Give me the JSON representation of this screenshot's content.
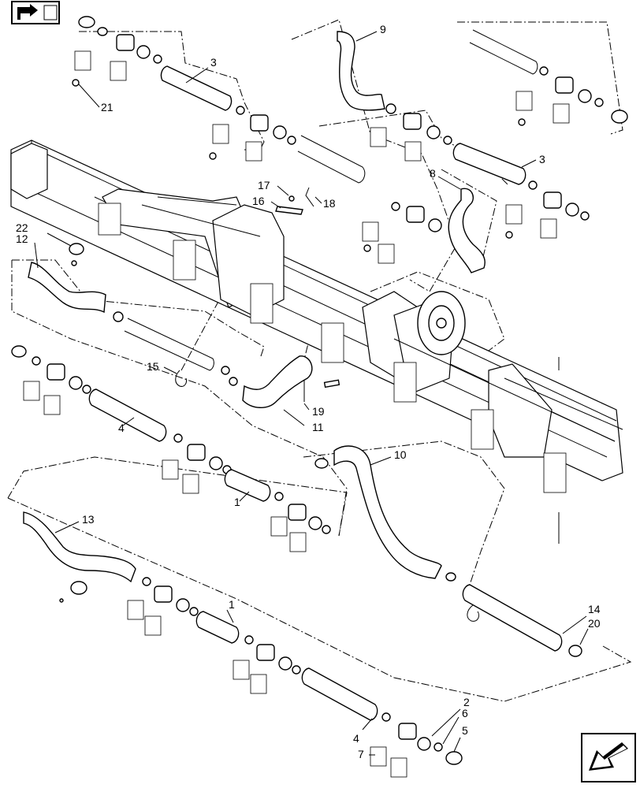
{
  "navigation": {
    "previous_icon": "arrow-right-icon",
    "next_icon": "arrow-back-icon"
  },
  "callouts": [
    {
      "id": "c3a",
      "label": "3"
    },
    {
      "id": "c21",
      "label": "21"
    },
    {
      "id": "c9",
      "label": "9"
    },
    {
      "id": "c3b",
      "label": "3"
    },
    {
      "id": "c8",
      "label": "8"
    },
    {
      "id": "c17",
      "label": "17"
    },
    {
      "id": "c16",
      "label": "16"
    },
    {
      "id": "c18",
      "label": "18"
    },
    {
      "id": "c22",
      "label": "22"
    },
    {
      "id": "c12",
      "label": "12"
    },
    {
      "id": "c15",
      "label": "15"
    },
    {
      "id": "c19",
      "label": "19"
    },
    {
      "id": "c11",
      "label": "11"
    },
    {
      "id": "c4a",
      "label": "4"
    },
    {
      "id": "c10",
      "label": "10"
    },
    {
      "id": "c1a",
      "label": "1"
    },
    {
      "id": "c13",
      "label": "13"
    },
    {
      "id": "c1b",
      "label": "1"
    },
    {
      "id": "c14",
      "label": "14"
    },
    {
      "id": "c20",
      "label": "20"
    },
    {
      "id": "c2",
      "label": "2"
    },
    {
      "id": "c6",
      "label": "6"
    },
    {
      "id": "c5",
      "label": "5"
    },
    {
      "id": "c4b",
      "label": "4"
    },
    {
      "id": "c7",
      "label": "7"
    }
  ]
}
